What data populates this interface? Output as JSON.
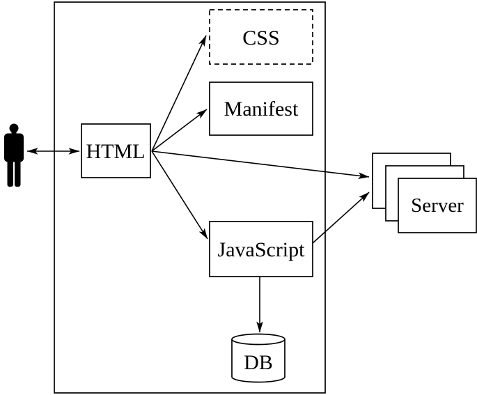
{
  "diagram": {
    "background_color": "#ffffff",
    "line_color": "#000000",
    "nodes": {
      "html": {
        "label": "HTML",
        "shape": "rect",
        "border": "solid"
      },
      "css": {
        "label": "CSS",
        "shape": "rect",
        "border": "dashed"
      },
      "manifest": {
        "label": "Manifest",
        "shape": "rect",
        "border": "solid"
      },
      "javascript": {
        "label": "JavaScript",
        "shape": "rect",
        "border": "solid"
      },
      "db": {
        "label": "DB",
        "shape": "cylinder",
        "border": "solid"
      },
      "server": {
        "label": "Server",
        "shape": "stacked-rects",
        "border": "solid"
      },
      "user": {
        "label": "",
        "shape": "person-pictogram"
      }
    },
    "edges": [
      {
        "from": "user",
        "to": "html",
        "type": "bidirectional-arrow"
      },
      {
        "from": "html",
        "to": "css",
        "type": "arrow"
      },
      {
        "from": "html",
        "to": "manifest",
        "type": "arrow"
      },
      {
        "from": "html",
        "to": "server",
        "type": "arrow"
      },
      {
        "from": "html",
        "to": "javascript",
        "type": "arrow"
      },
      {
        "from": "javascript",
        "to": "server",
        "type": "arrow"
      },
      {
        "from": "javascript",
        "to": "db",
        "type": "arrow"
      }
    ]
  }
}
